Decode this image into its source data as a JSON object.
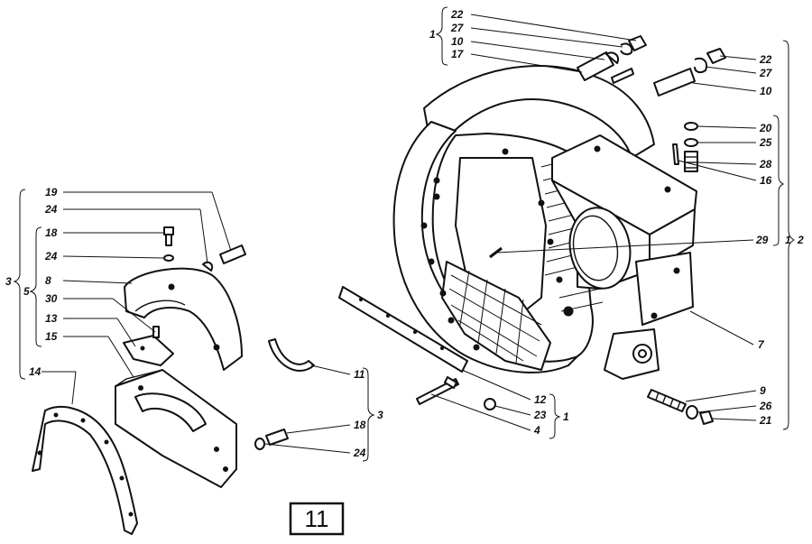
{
  "figure": {
    "number": "11"
  },
  "callouts": {
    "c22a": "22",
    "c27a": "27",
    "c10a": "10",
    "c17": "17",
    "c22b": "22",
    "c27b": "27",
    "c10b": "10",
    "c20": "20",
    "c25": "25",
    "c28": "28",
    "c16": "16",
    "c29": "29",
    "c7": "7",
    "c9": "9",
    "c26": "26",
    "c21": "21",
    "c12": "12",
    "c23": "23",
    "c4": "4",
    "c19": "19",
    "c24a": "24",
    "c18a": "18",
    "c24b": "24",
    "c8": "8",
    "c30": "30",
    "c13": "13",
    "c15": "15",
    "c14": "14",
    "c11": "11",
    "c18b": "18",
    "c24c": "24"
  },
  "groups": {
    "g_top_1": "1",
    "g_right_2": "2",
    "g_right_1": "1",
    "g_bottom_1": "1",
    "g_left_3": "3",
    "g_left_5": "5",
    "g_mid_3": "3"
  }
}
